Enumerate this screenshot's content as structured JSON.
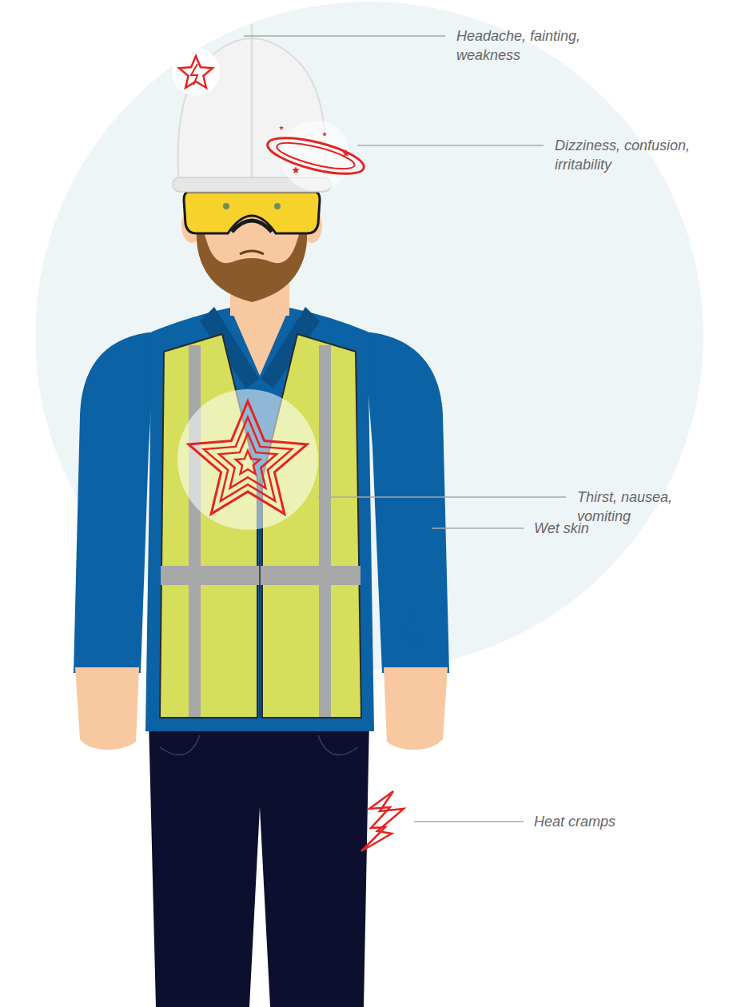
{
  "diagram": {
    "labels": [
      "Headache, fainting, weakness",
      "Dizziness, confusion, irritability",
      "Thirst, nausea, vomiting",
      "Wet skin",
      "Heat cramps"
    ]
  }
}
